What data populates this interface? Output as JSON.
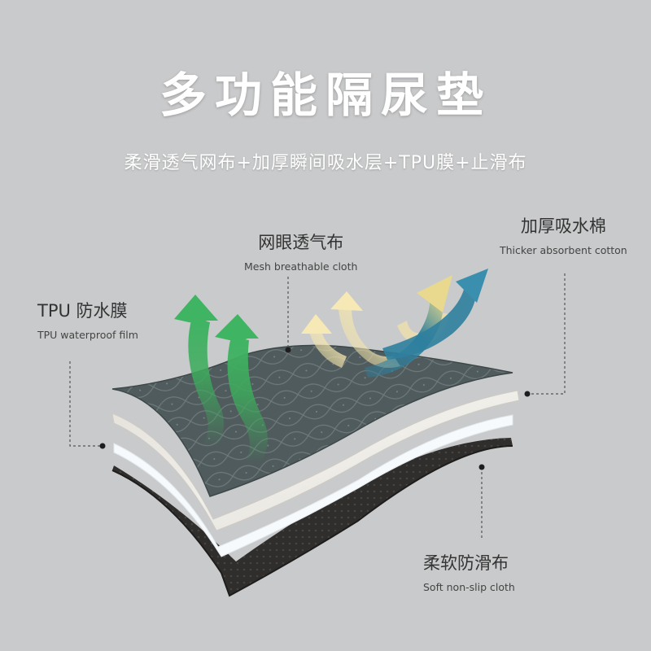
{
  "title": "多功能隔尿垫",
  "subtitle": "柔滑透气网布+加厚瞬间吸水层+TPU膜+止滑布",
  "labels": {
    "tpu": {
      "cn": "TPU 防水膜",
      "en": "TPU waterproof film"
    },
    "mesh": {
      "cn": "网眼透气布",
      "en": "Mesh breathable cloth"
    },
    "cotton": {
      "cn": "加厚吸水棉",
      "en": "Thicker absorbent cotton"
    },
    "slip": {
      "cn": "柔软防滑布",
      "en": "Soft non-slip cloth"
    }
  },
  "colors": {
    "background": "#c9cacb",
    "mesh_layer": "#4e5a5b",
    "cotton_layer": "#e9e7e2",
    "tpu_layer": "#f4f8fb",
    "slip_layer": "#2f2e2d",
    "green_arrow": "#3daa5c",
    "yellow_arrow": "#f3e3a6",
    "blue_arrow": "#2f7f9e"
  },
  "icons": [
    "green-upward-arrow-icon",
    "yellow-curved-arrow-icon",
    "blue-curved-arrow-icon"
  ]
}
